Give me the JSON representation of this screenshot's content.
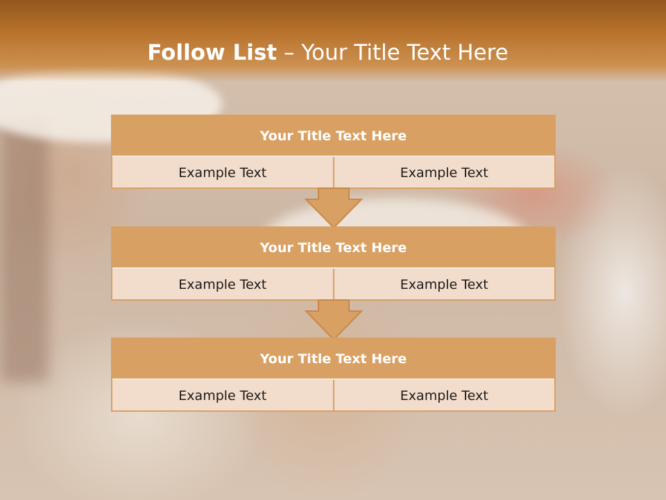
{
  "slide": {
    "title_bold": "Follow List",
    "title_rest": " – Your Title Text Here",
    "colors": {
      "header_band": "#b8732d",
      "box_header": "#d9a063",
      "box_body": "#f2dccb",
      "title_text": "#ffffff"
    }
  },
  "steps": [
    {
      "title": "Your Title Text Here",
      "left": "Example Text",
      "right": "Example Text"
    },
    {
      "title": "Your Title Text Here",
      "left": "Example Text",
      "right": "Example Text"
    },
    {
      "title": "Your Title Text Here",
      "left": "Example Text",
      "right": "Example Text"
    }
  ],
  "connectors": [
    "down-arrow-icon",
    "down-arrow-icon"
  ]
}
